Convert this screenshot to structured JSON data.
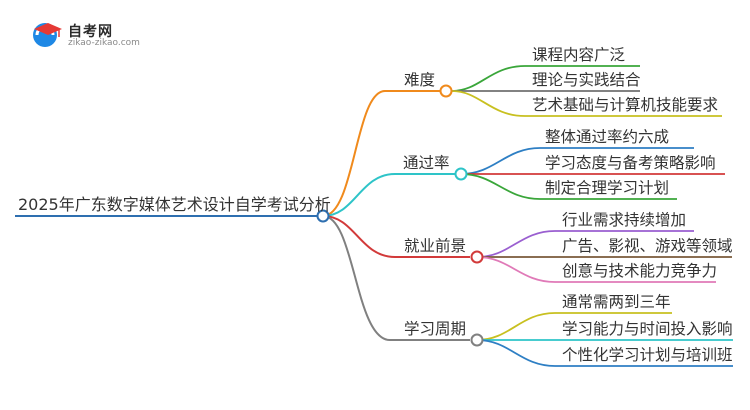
{
  "logo": {
    "title": "自考网",
    "url": "zikao-zikao.com"
  },
  "root": "2025年广东数字媒体艺术设计自学考试分析",
  "branches": [
    {
      "label": "难度",
      "color": "#f08a1c",
      "leaves": [
        {
          "label": "课程内容广泛",
          "color": "#3aa63a"
        },
        {
          "label": "理论与实践结合",
          "color": "#707070"
        },
        {
          "label": "艺术基础与计算机技能要求",
          "color": "#c8c020"
        }
      ]
    },
    {
      "label": "通过率",
      "color": "#2ec4c8",
      "leaves": [
        {
          "label": "整体通过率约六成",
          "color": "#2e7fc4"
        },
        {
          "label": "学习态度与备考策略影响",
          "color": "#d23a3a"
        },
        {
          "label": "制定合理学习计划",
          "color": "#3aa63a"
        }
      ]
    },
    {
      "label": "就业前景",
      "color": "#d23a3a",
      "leaves": [
        {
          "label": "行业需求持续增加",
          "color": "#9a5fd0"
        },
        {
          "label": "广告、影视、游戏等领域",
          "color": "#7a5a3a"
        },
        {
          "label": "创意与技术能力竞争力",
          "color": "#e07ab8"
        }
      ]
    },
    {
      "label": "学习周期",
      "color": "#808080",
      "leaves": [
        {
          "label": "通常需两到三年",
          "color": "#c8c020"
        },
        {
          "label": "学习能力与时间投入影响",
          "color": "#2ec4c8"
        },
        {
          "label": "个性化学习计划与培训班",
          "color": "#2e7fc4"
        }
      ]
    }
  ],
  "root_color": "#2e6fb0"
}
